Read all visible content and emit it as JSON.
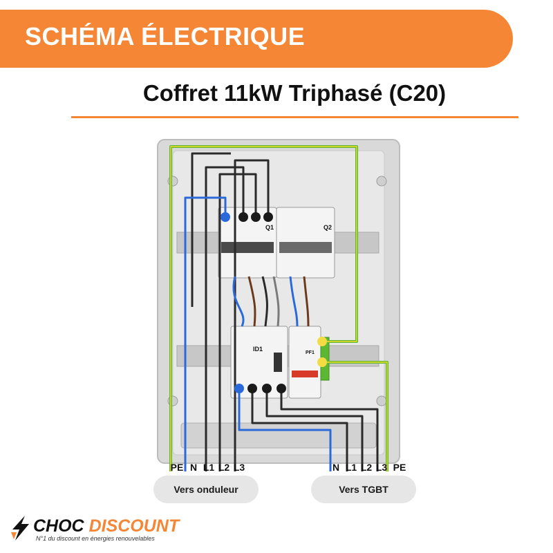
{
  "header": {
    "banner_title": "SCHÉMA ÉLECTRIQUE",
    "subtitle": "Coffret 11kW Triphasé (C20)"
  },
  "colors": {
    "accent": "#f58635",
    "wire_black": "#2a2a2a",
    "wire_blue": "#2a6ad8",
    "wire_earth_green": "#5cb832",
    "wire_earth_yellow": "#f2dc2a",
    "connector_blue": "#2a6ad8",
    "connector_black": "#1a1a1a",
    "connector_yellow": "#f2dc46"
  },
  "devices": {
    "q1_label": "Q1",
    "q2_label": "Q2",
    "id1_label": "ID1",
    "pf1_label": "PF1"
  },
  "left_terminals": {
    "labels": [
      "PE",
      "N",
      "L1",
      "L2",
      "L3"
    ],
    "caption": "Vers onduleur"
  },
  "right_terminals": {
    "labels": [
      "N",
      "L1",
      "L2",
      "L3",
      "PE"
    ],
    "caption": "Vers TGBT"
  },
  "brand": {
    "name_part1": "CHOC",
    "name_part2": "DISCOUNT",
    "tagline": "N°1 du discount en énergies renouvelables"
  }
}
